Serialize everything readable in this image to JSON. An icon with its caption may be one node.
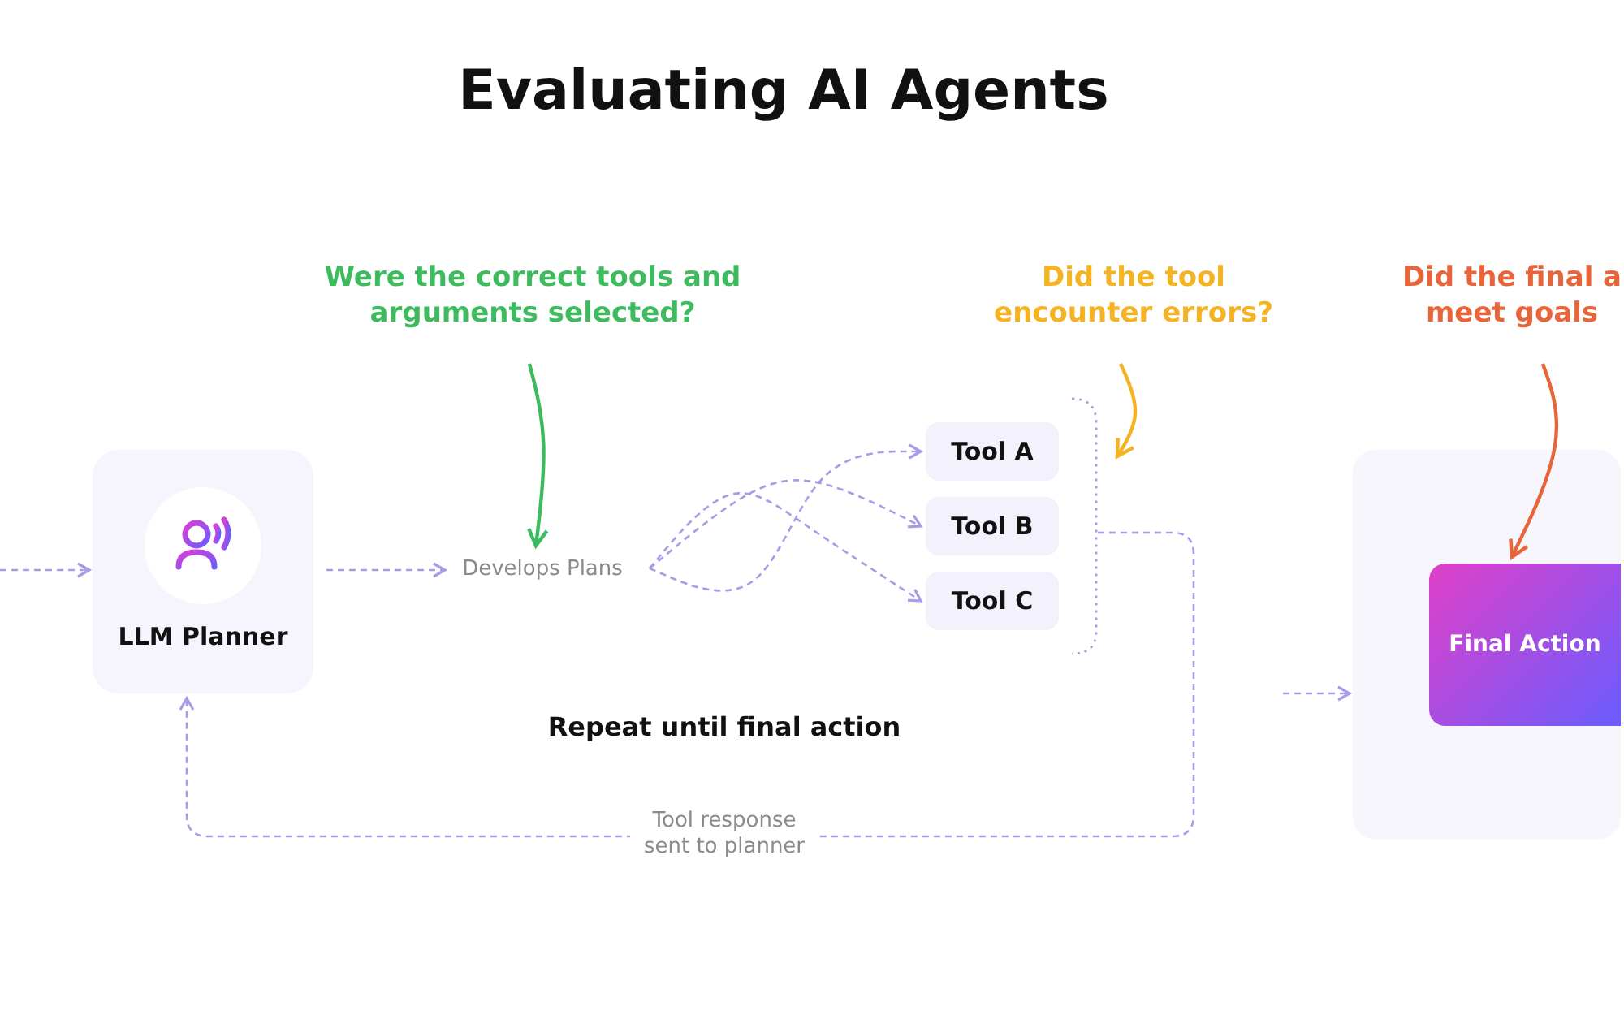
{
  "diagram": {
    "title": "Evaluating AI Agents",
    "nodes": [
      {
        "text": [
          "LLM Planner"
        ]
      },
      {
        "text": [
          "Develops Plans"
        ]
      },
      {
        "text": [
          "Tool A"
        ]
      },
      {
        "text": [
          "Tool B"
        ]
      },
      {
        "text": [
          "Tool C"
        ]
      },
      {
        "text": [],
        "shape": "box"
      },
      {
        "text": [
          "Final Action"
        ],
        "in": 5
      },
      {
        "text": [
          "Were the correct tools and arguments selected?"
        ]
      },
      {
        "text": [
          "Did the tool encounter errors?"
        ]
      },
      {
        "text": [
          "Did the final a meet goals"
        ]
      },
      {
        "text": [],
        "shape": "bracket"
      }
    ],
    "edges": [
      {
        "from": null,
        "to": 0,
        "arrow": "to",
        "style": "dashed"
      },
      {
        "from": 0,
        "to": 1,
        "arrow": "to",
        "style": "dashed"
      },
      {
        "from": 1,
        "to": 2,
        "arrow": "to",
        "style": "dashed"
      },
      {
        "from": 1,
        "to": 3,
        "arrow": "to",
        "style": "dashed"
      },
      {
        "from": 1,
        "to": 4,
        "arrow": "to",
        "style": "dashed"
      },
      {
        "from": 10,
        "to": 0,
        "arrow": "to",
        "style": "dashed",
        "label": "Tool response sent to planner"
      },
      {
        "from": null,
        "to": 5,
        "arrow": "to",
        "style": "dashed"
      },
      {
        "from": 7,
        "to": 1,
        "arrow": "to",
        "color": "#3dbb5e"
      },
      {
        "from": 8,
        "to": 10,
        "arrow": "to",
        "color": "#f5b323"
      },
      {
        "from": 9,
        "to": 6,
        "arrow": "to",
        "color": "#e8643a"
      }
    ],
    "labels": [
      "Repeat until final action"
    ]
  }
}
